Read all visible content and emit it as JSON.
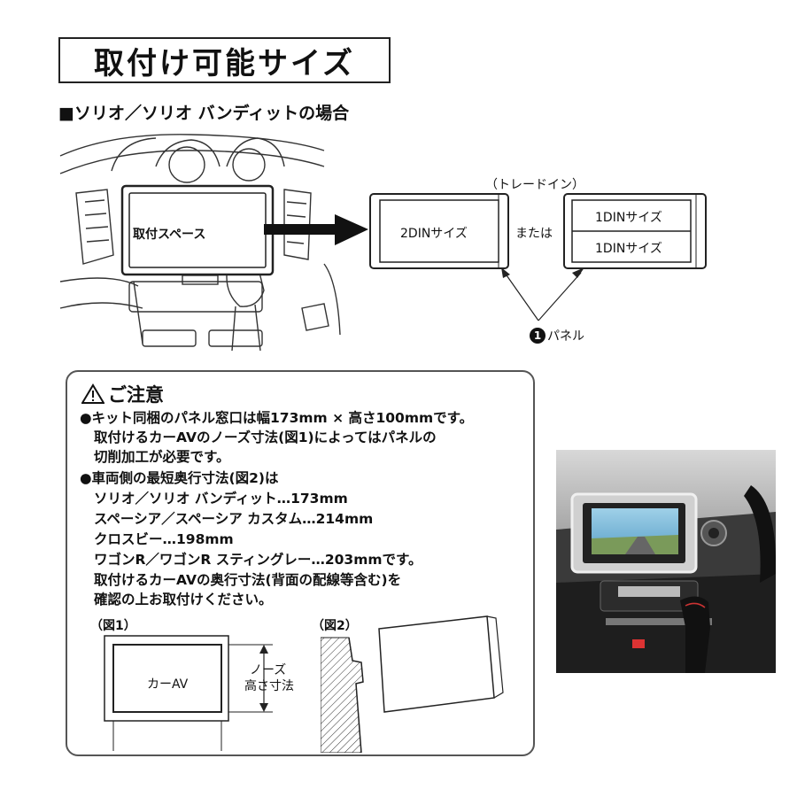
{
  "title": "取付け可能サイズ",
  "subtitle": "■ソリオ／ソリオ バンディットの場合",
  "diagram": {
    "mount_space": "取付スペース",
    "trade_in": "（トレードイン）",
    "din2": "2DINサイズ",
    "or": "または",
    "din1_top": "1DINサイズ",
    "din1_bottom": "1DINサイズ",
    "panel_num": "1",
    "panel_label": "パネル"
  },
  "caution": {
    "heading": "ご注意",
    "lines": [
      "●キット同梱のパネル窓口は幅173mm × 高さ100mmです。",
      "取付けるカーAVのノーズ寸法(図1)によってはパネルの",
      "切削加工が必要です。",
      "●車両側の最短奥行寸法(図2)は",
      "ソリオ／ソリオ バンディット…173mm",
      "スペーシア／スペーシア カスタム…214mm",
      "クロスビー…198mm",
      "ワゴンR／ワゴンR スティングレー…203mmです。",
      "取付けるカーAVの奥行寸法(背面の配線等含む)を",
      "確認の上お取付けください。"
    ],
    "fig1": {
      "caption": "（図1）",
      "unit": "カーAV",
      "nose_line1": "ノーズ",
      "nose_line2": "高さ寸法"
    },
    "fig2": {
      "caption": "（図2）"
    }
  },
  "colors": {
    "arrow": "#111111",
    "border": "#222222"
  }
}
